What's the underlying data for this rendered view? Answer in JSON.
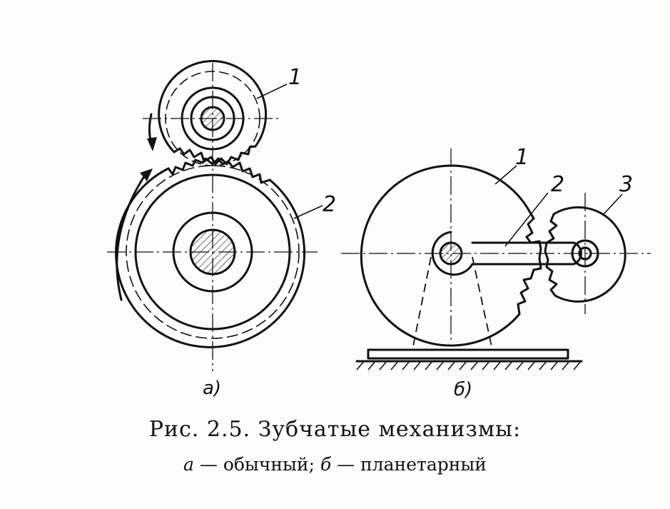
{
  "figure": {
    "caption": "Рис. 2.5. Зубчатые механизмы:",
    "caption_a_letter": "а",
    "caption_a_text": " — обычный; ",
    "caption_b_letter": "б",
    "caption_b_text": " — планетарный"
  },
  "diagram_a": {
    "sublabel": "а)",
    "labels": {
      "gear_small": "1",
      "gear_large": "2"
    }
  },
  "diagram_b": {
    "sublabel": "б)",
    "labels": {
      "gear_large": "1",
      "carrier": "2",
      "gear_satellite": "3"
    }
  }
}
